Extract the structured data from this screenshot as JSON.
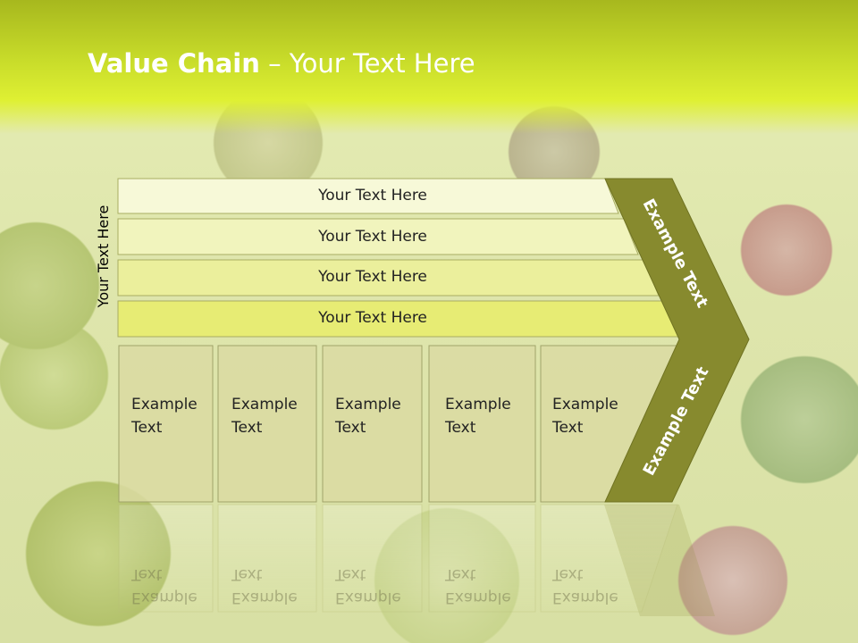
{
  "title": {
    "bold": "Value Chain",
    "rest": " – Your Text Here"
  },
  "side_label": "Your Text Here",
  "bars": [
    {
      "label": "Your Text Here"
    },
    {
      "label": "Your Text Here"
    },
    {
      "label": "Your Text Here"
    },
    {
      "label": "Your Text Here"
    }
  ],
  "boxes": [
    {
      "line1": "Example",
      "line2": "Text"
    },
    {
      "line1": "Example",
      "line2": "Text"
    },
    {
      "line1": "Example",
      "line2": "Text"
    },
    {
      "line1": "Example",
      "line2": "Text"
    },
    {
      "line1": "Example",
      "line2": "Text"
    }
  ],
  "arrow": {
    "upper": "Example Text",
    "lower": "Example Text"
  },
  "colors": {
    "bar_fills": [
      "#f7f9d8",
      "#f1f4bd",
      "#ebef9c",
      "#e7ec74"
    ],
    "box_fill": "#dadaa2",
    "arrow_fill": "#878a2e",
    "outline": "#9aa05a"
  }
}
